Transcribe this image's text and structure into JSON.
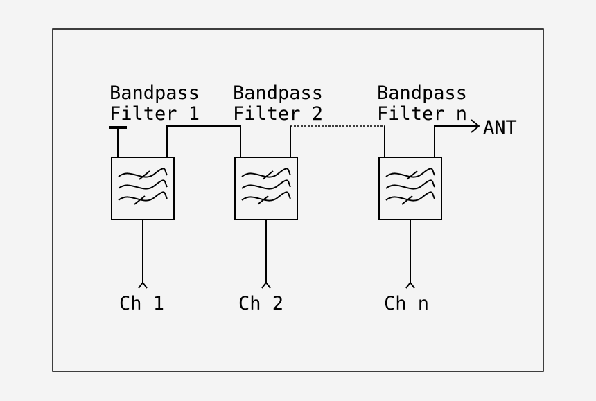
{
  "filters": [
    {
      "line1": "Bandpass",
      "line2": "Filter 1",
      "channel": "Ch 1"
    },
    {
      "line1": "Bandpass",
      "line2": "Filter 2",
      "channel": "Ch 2"
    },
    {
      "line1": "Bandpass",
      "line2": "Filter n",
      "channel": "Ch n"
    }
  ],
  "antenna_label": "ANT",
  "colors": {
    "background": "#f4f4f4",
    "line": "#000000"
  },
  "icons": {
    "filter_symbol": "bandpass-filter-icon",
    "antenna_arrow": "arrow-right-icon",
    "termination": "termination-bar-icon",
    "channel_input": "fork-input-icon"
  }
}
